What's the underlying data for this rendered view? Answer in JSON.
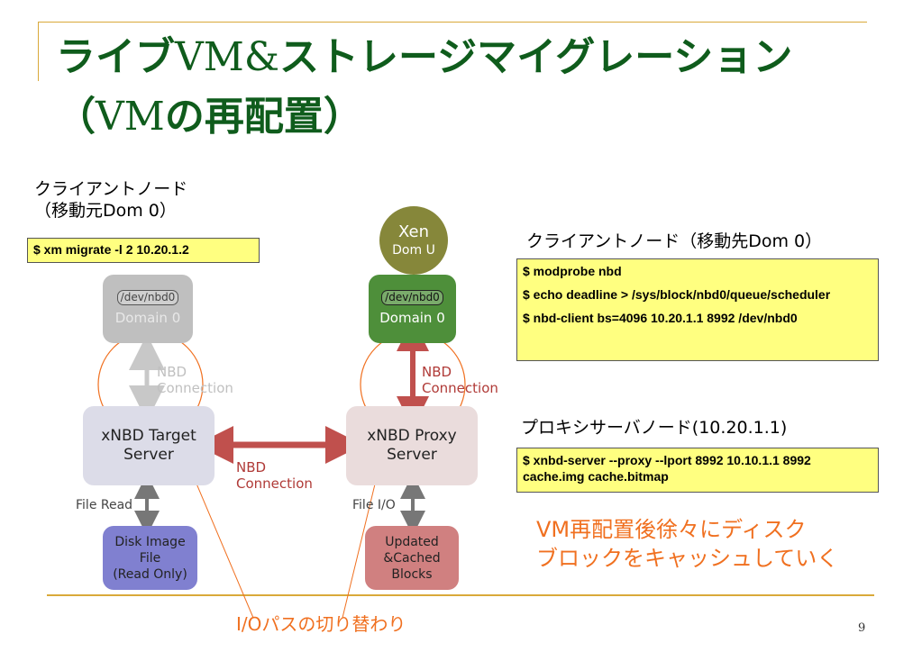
{
  "title": {
    "line1_jp_a": "ライブ",
    "line1_latin": "VM&",
    "line1_jp_b": "ストレージマイグレーション",
    "line2_paren_open": "（",
    "line2_latin": "VM",
    "line2_jp": "の再配置）"
  },
  "source_node": {
    "label_line1": "クライアントノード",
    "label_line2": "（移動元Dom 0）",
    "command": "$ xm migrate -l 2 10.20.1.2"
  },
  "dest_node": {
    "label": "クライアントノード（移動先Dom 0）",
    "commands": [
      "$ modprobe nbd",
      "$ echo deadline > /sys/block/nbd0/queue/scheduler",
      "$ nbd-client bs=4096 10.20.1.1 8992 /dev/nbd0"
    ]
  },
  "proxy_node": {
    "label": "プロキシサーバノード(10.20.1.1)",
    "command": "$ xnbd-server --proxy --lport 8992 10.10.1.1 8992 cache.img cache.bitmap"
  },
  "note": {
    "line1": "VM再配置後徐々にディスク",
    "line2": "ブロックをキャッシュしていく"
  },
  "io_path_label": "I/Oパスの切り替わり",
  "page_number": "9",
  "diagram": {
    "xen_line1": "Xen",
    "xen_line2": "Dom U",
    "left_dev": "/dev/nbd0",
    "left_domain": "Domain 0",
    "right_dev": "/dev/nbd0",
    "right_domain": "Domain 0",
    "left_conn_line1": "NBD",
    "left_conn_line2": "Connection",
    "right_conn_line1": "NBD",
    "right_conn_line2": "Connection",
    "mid_conn_line1": "NBD",
    "mid_conn_line2": "Connection",
    "target_line1": "xNBD Target",
    "target_line2": "Server",
    "proxy_line1": "xNBD Proxy",
    "proxy_line2": "Server",
    "file_read": "File Read",
    "file_io": "File I/O",
    "disk_line1": "Disk Image",
    "disk_line2": "File",
    "disk_line3": "(Read Only)",
    "cache_line1": "Updated",
    "cache_line2": "&Cached",
    "cache_line3": "Blocks"
  },
  "colors": {
    "title_green": "#0f5c1c",
    "accent_orange": "#f07020",
    "command_yellow": "#ffff80",
    "divider_gold": "#d9a93a",
    "arrow_red": "#c0504d"
  }
}
